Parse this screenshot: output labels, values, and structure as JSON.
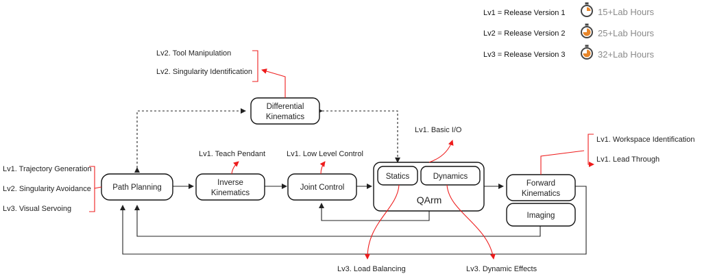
{
  "legend": [
    {
      "text": "Lv1 = Release Version 1",
      "hours": "15+Lab Hours"
    },
    {
      "text": "Lv2 = Release Version 2",
      "hours": "25+Lab Hours"
    },
    {
      "text": "Lv3 = Release Version 3",
      "hours": "32+Lab Hours"
    }
  ],
  "nodes": {
    "differential": [
      "Differential",
      "Kinematics"
    ],
    "path_planning": "Path Planning",
    "inverse": [
      "Inverse",
      "Kinematics"
    ],
    "joint_control": "Joint Control",
    "statics": "Statics",
    "dynamics": "Dynamics",
    "qarm": "QArm",
    "forward": [
      "Forward",
      "Kinematics"
    ],
    "imaging": "Imaging"
  },
  "labels": {
    "differential": [
      "Lv2. Tool Manipulation",
      "Lv2. Singularity Identification"
    ],
    "path_planning": [
      "Lv1. Trajectory Generation",
      "Lv2. Singularity Avoidance",
      "Lv3. Visual Servoing"
    ],
    "inverse": "Lv1. Teach Pendant",
    "joint_control": "Lv1.  Low Level Control",
    "qarm": "Lv1. Basic I/O",
    "forward": [
      "Lv1.  Workspace Identification",
      "Lv1. Lead Through"
    ],
    "statics": "Lv3.  Load Balancing",
    "dynamics": "Lv3.  Dynamic Effects"
  },
  "colors": {
    "accent": "#ee1c1c",
    "line": "#222222",
    "hours": "#8a8a8a"
  },
  "icons": {
    "legend": "stopwatch-icon"
  }
}
